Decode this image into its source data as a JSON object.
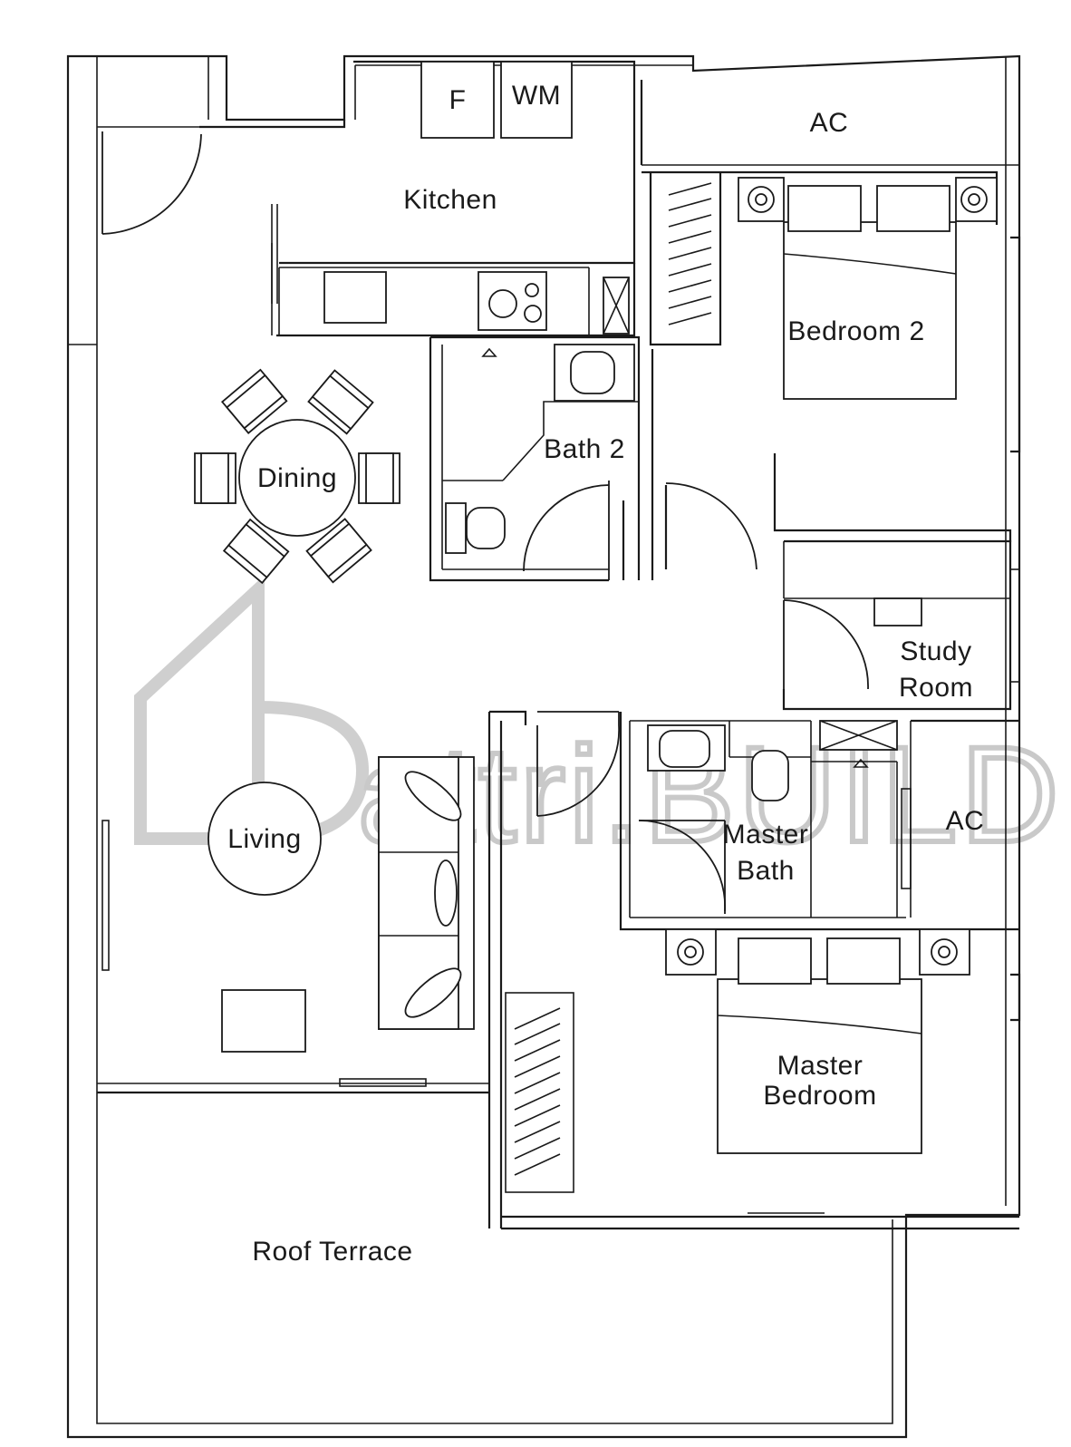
{
  "rooms": {
    "kitchen": "Kitchen",
    "fridge": "F",
    "washing_machine": "WM",
    "ac_top": "AC",
    "bedroom2": "Bedroom 2",
    "bath2": "Bath 2",
    "dining": "Dining",
    "study_line1": "Study",
    "study_line2": "Room",
    "living": "Living",
    "master_bath_line1": "Master",
    "master_bath_line2": "Bath",
    "ac_right": "AC",
    "master_bedroom_line1": "Master",
    "master_bedroom_line2": "Bedroom",
    "roof_terrace": "Roof Terrace"
  },
  "watermark": "attri.BUILD"
}
